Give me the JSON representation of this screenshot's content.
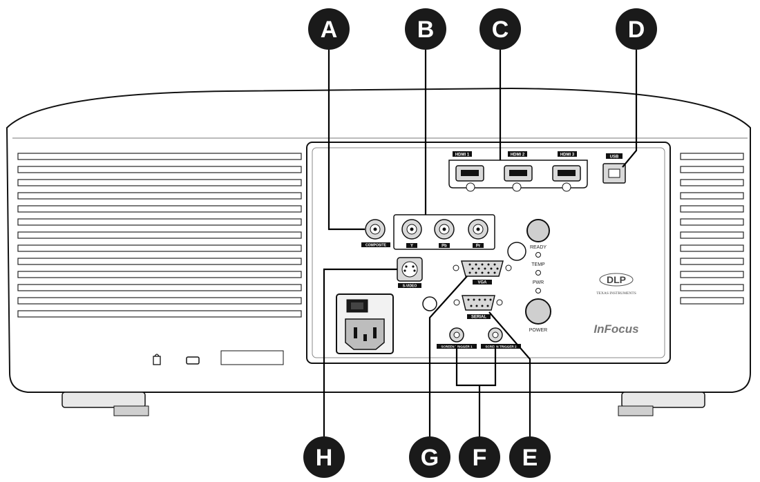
{
  "callouts": {
    "A": "A",
    "B": "B",
    "C": "C",
    "D": "D",
    "E": "E",
    "F": "F",
    "G": "G",
    "H": "H"
  },
  "ports": {
    "hdmi1": "HDMI 1",
    "hdmi2": "HDMI 2",
    "hdmi3": "HDMI 3",
    "usb": "USB",
    "composite": "COMPOSITE",
    "y": "Y",
    "pb": "Pb",
    "pr": "Pr",
    "svideo": "S-VIDEO",
    "vga": "VGA",
    "serial": "SERIAL",
    "trigger1": "SCREEN TRIGGER 1",
    "trigger2": "SCREEN TRIGGER 2"
  },
  "indicators": {
    "ready": "READY",
    "temp": "TEMP",
    "pwr": "PWR",
    "power": "POWER"
  },
  "branding": {
    "dlp": "DLP",
    "dlp_sub": "TEXAS INSTRUMENTS",
    "logo": "InFocus"
  },
  "colors": {
    "callout_fill": "#1a1a1a",
    "line": "#000000",
    "body": "#ffffff"
  }
}
